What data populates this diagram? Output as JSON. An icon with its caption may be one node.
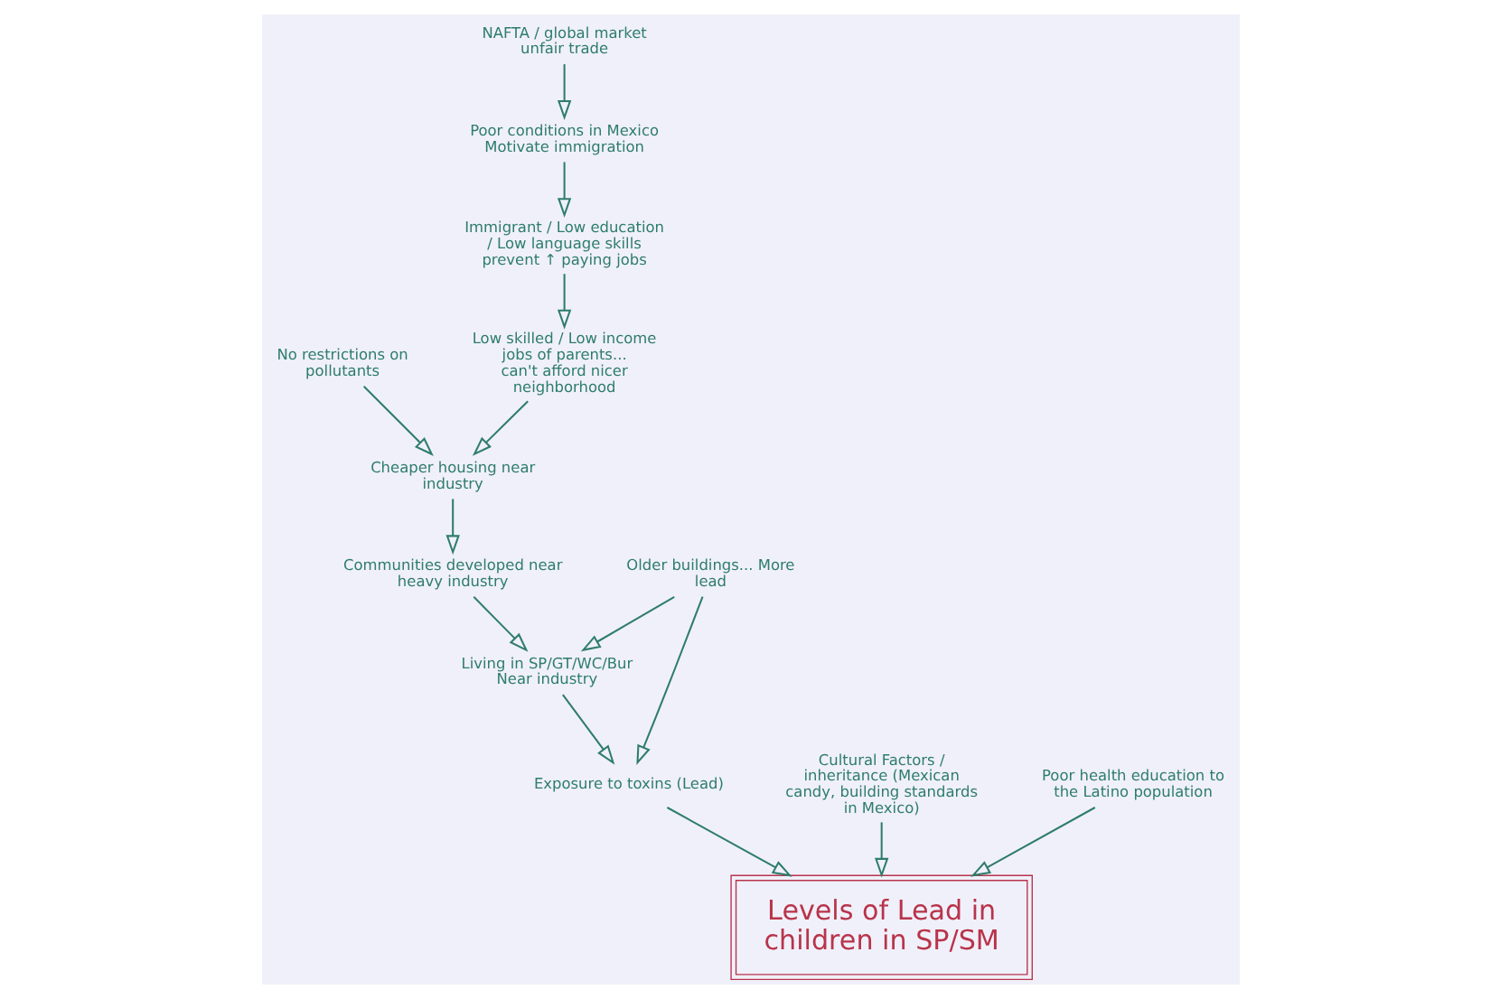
{
  "diagram": {
    "nodes": [
      {
        "text": [
          "No restrictions on pollutants"
        ]
      },
      {
        "text": [
          "Low skilled / Low income jobs of parents...",
          "can't afford nicer neighborhood"
        ]
      },
      {
        "text": [
          "Immigrant / Low education / Low language skills prevent ↑ paying jobs"
        ]
      },
      {
        "text": [
          "Cheaper housing near industry"
        ]
      },
      {
        "text": [
          "Poor conditions in Mexico Motivate immigration"
        ]
      },
      {
        "text": [
          "Communities developed near heavy industry"
        ]
      },
      {
        "text": [
          "Levels of Lead in children in SP/SM"
        ]
      },
      {
        "text": [
          "NAFTA / global market unfair trade"
        ]
      },
      {
        "text": [
          "Living in SP/GT/WC/Bur Near industry"
        ]
      },
      {
        "text": [
          "Exposure to toxins (Lead)"
        ]
      },
      {
        "text": [
          "Older buildings... More lead"
        ]
      },
      {
        "text": [
          "Cultural Factors / inheritance (Mexican candy, building standards in Mexico)"
        ]
      },
      {
        "text": [
          "Poor health education to the Latino population"
        ]
      }
    ],
    "edges": [
      {
        "from": 0,
        "to": 3,
        "arrow": "to"
      },
      {
        "from": 1,
        "to": 3,
        "arrow": "to"
      },
      {
        "from": 2,
        "to": 1,
        "arrow": "to"
      },
      {
        "from": 4,
        "to": 2,
        "arrow": "to"
      },
      {
        "from": 7,
        "to": 4,
        "arrow": "to"
      },
      {
        "from": 3,
        "to": 5,
        "arrow": "to"
      },
      {
        "from": 5,
        "to": 8,
        "arrow": "to"
      },
      {
        "from": 10,
        "to": 8,
        "arrow": "to"
      },
      {
        "from": 8,
        "to": 9,
        "arrow": "to"
      },
      {
        "from": 10,
        "to": 9,
        "arrow": "to"
      },
      {
        "from": 9,
        "to": 6,
        "arrow": "to"
      },
      {
        "from": 12,
        "to": 6,
        "arrow": "to"
      },
      {
        "from": 11,
        "to": 6,
        "arrow": "to"
      }
    ]
  }
}
